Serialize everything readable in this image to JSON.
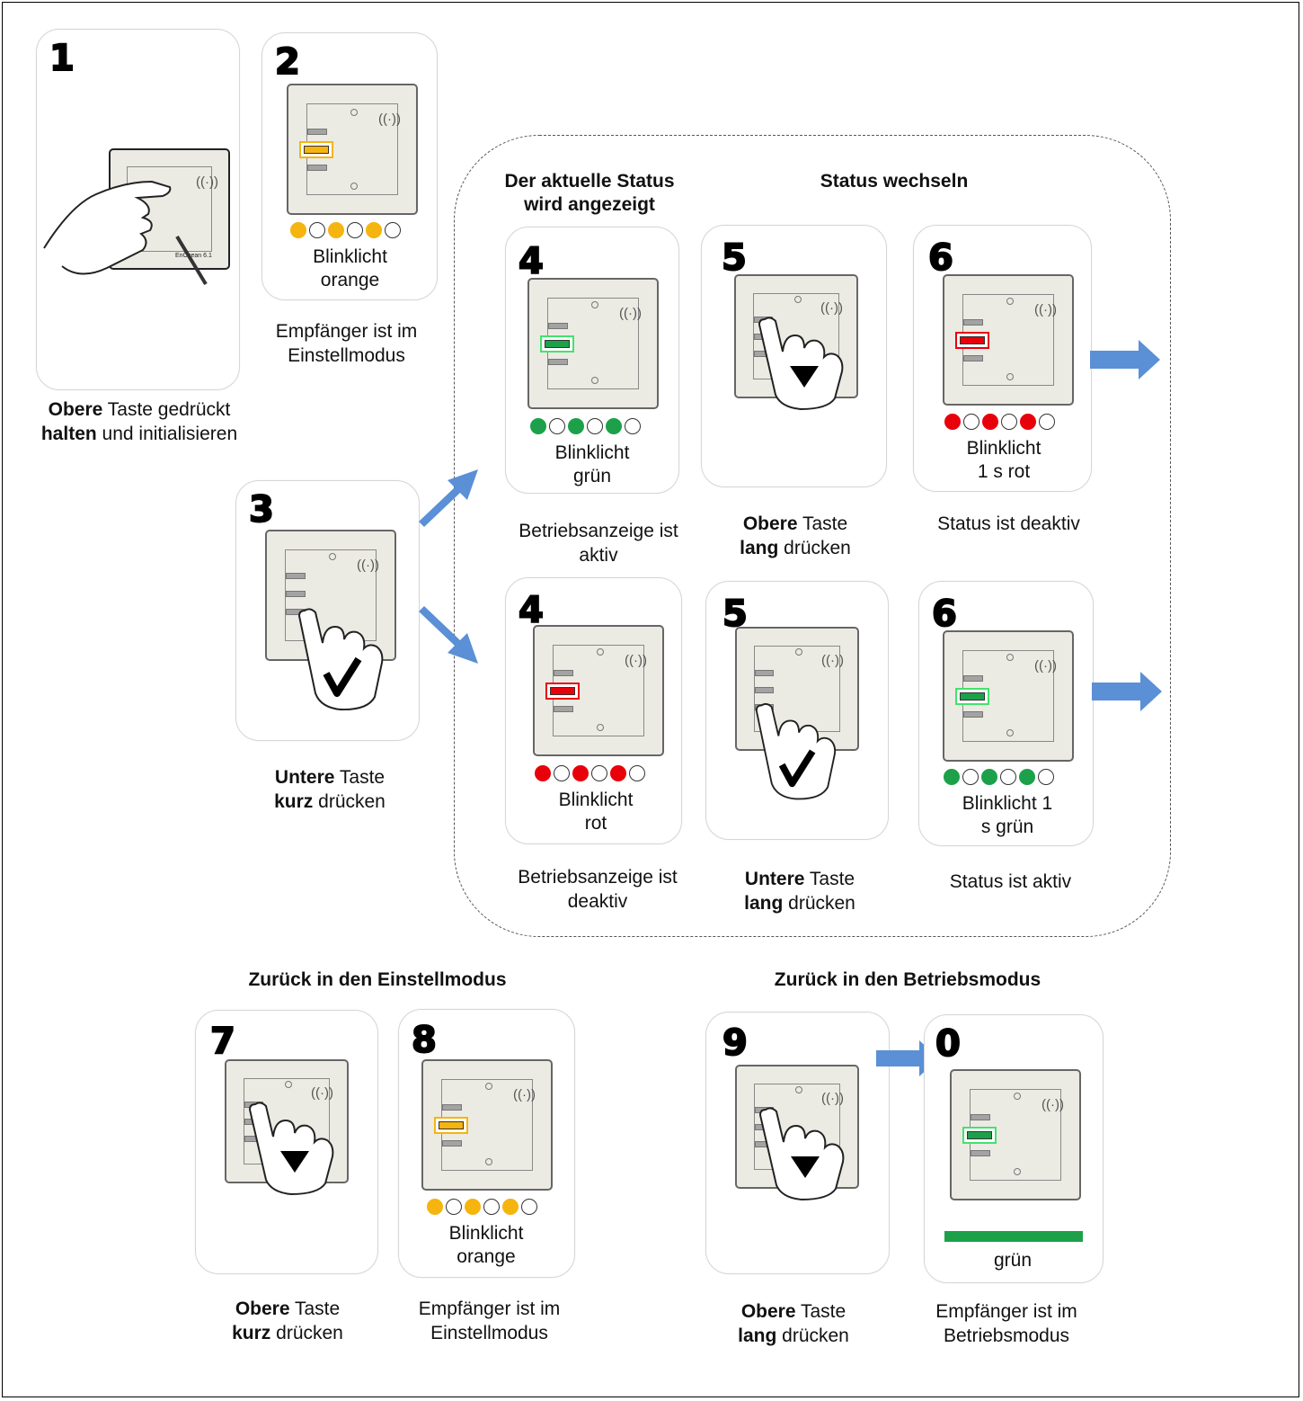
{
  "headings": {
    "current_status": "Der aktuelle Status wird angezeigt",
    "change_status": "Status wechseln",
    "back_setting": "Zurück in den Einstellmodus",
    "back_operation": "Zurück in den Betriebsmodus"
  },
  "colors": {
    "orange": "#f6b40e",
    "green": "#1ca14a",
    "red": "#e8000b",
    "arrow": "#5b8fd6",
    "bar_green": "#1ca14a"
  },
  "steps": {
    "s1": {
      "number": "1",
      "cap_b1": "Obere",
      "cap_t1": " Taste gedrückt",
      "cap_b2": "halten",
      "cap_t2": " und initialisieren"
    },
    "s2": {
      "number": "2",
      "label": "Blinklicht orange",
      "caption": "Empfänger ist im Einstellmodus"
    },
    "s3": {
      "number": "3",
      "cap_b1": "Untere",
      "cap_t1": " Taste",
      "cap_b2": "kurz",
      "cap_t2": " drücken"
    },
    "s4a": {
      "number": "4",
      "label": "Blinklicht grün",
      "caption": "Betriebsanzeige ist aktiv"
    },
    "s5a": {
      "number": "5",
      "cap_b1": "Obere",
      "cap_t1": " Taste",
      "cap_b2": "lang",
      "cap_t2": " drücken"
    },
    "s6a": {
      "number": "6",
      "label": "Blinklicht 1 s rot",
      "caption": "Status ist deaktiv"
    },
    "s4b": {
      "number": "4",
      "label": "Blinklicht rot",
      "caption": "Betriebsanzeige ist deaktiv"
    },
    "s5b": {
      "number": "5",
      "cap_b1": "Untere",
      "cap_t1": " Taste",
      "cap_b2": "lang",
      "cap_t2": " drücken"
    },
    "s6b": {
      "number": "6",
      "label": "Blinklicht 1 s grün",
      "caption": "Status ist aktiv"
    },
    "s7": {
      "number": "7",
      "cap_b1": "Obere",
      "cap_t1": " Taste",
      "cap_b2": "kurz",
      "cap_t2": " drücken"
    },
    "s8": {
      "number": "8",
      "label": "Blinklicht orange",
      "caption": "Empfänger ist im Einstellmodus"
    },
    "s9": {
      "number": "9",
      "cap_b1": "Obere",
      "cap_t1": " Taste",
      "cap_b2": "lang",
      "cap_t2": " drücken"
    },
    "s0": {
      "number": "0",
      "label": "grün",
      "caption": "Empfänger ist im Betriebsmodus"
    }
  },
  "device": {
    "serial_text": "EnOcean 6.1"
  }
}
